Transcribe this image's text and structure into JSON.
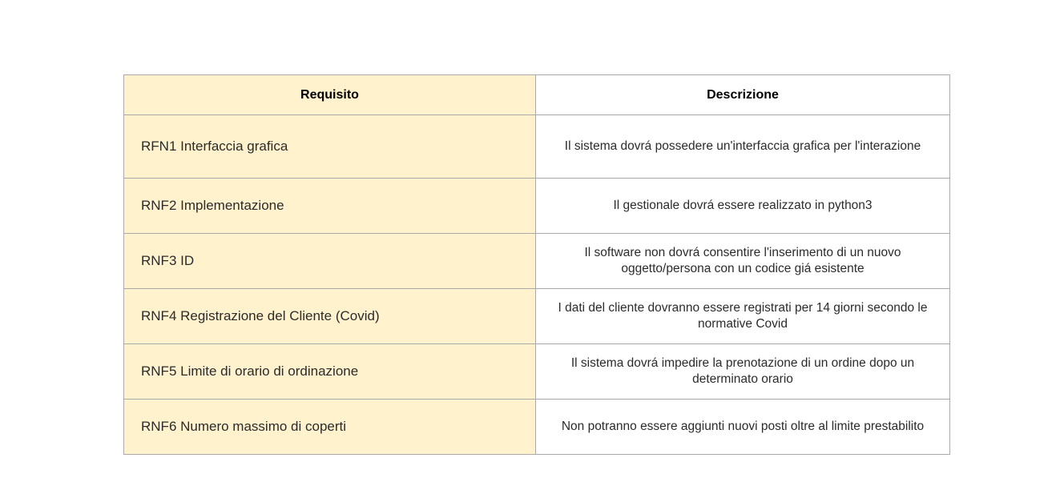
{
  "table": {
    "headers": {
      "requirement": "Requisito",
      "description": "Descrizione"
    },
    "rows": [
      {
        "requirement": "RFN1 Interfaccia grafica",
        "description": [
          "Il sistema dovrá possedere un'interfaccia grafica per l'interazione"
        ]
      },
      {
        "requirement": "RNF2 Implementazione",
        "description": [
          "Il gestionale dovrá essere realizzato in python3"
        ]
      },
      {
        "requirement": "RNF3 ID",
        "description": [
          "Il software non dovrá consentire l'inserimento di un nuovo",
          "oggetto/persona con un codice giá esistente"
        ]
      },
      {
        "requirement": "RNF4 Registrazione del Cliente (Covid)",
        "description": [
          "I dati del cliente dovranno essere registrati per 14 giorni secondo le",
          "normative Covid"
        ]
      },
      {
        "requirement": "RNF5 Limite di orario di ordinazione",
        "description": [
          "Il sistema dovrá impedire la prenotazione di un ordine dopo un",
          "determinato orario"
        ]
      },
      {
        "requirement": "RNF6 Numero massimo di coperti",
        "description": [
          "Non potranno essere aggiunti nuovi posti oltre al limite prestabilito"
        ]
      }
    ]
  },
  "colors": {
    "requirement_fill": "#fff2cc",
    "description_fill": "#ffffff",
    "border": "#a9a9a9"
  }
}
